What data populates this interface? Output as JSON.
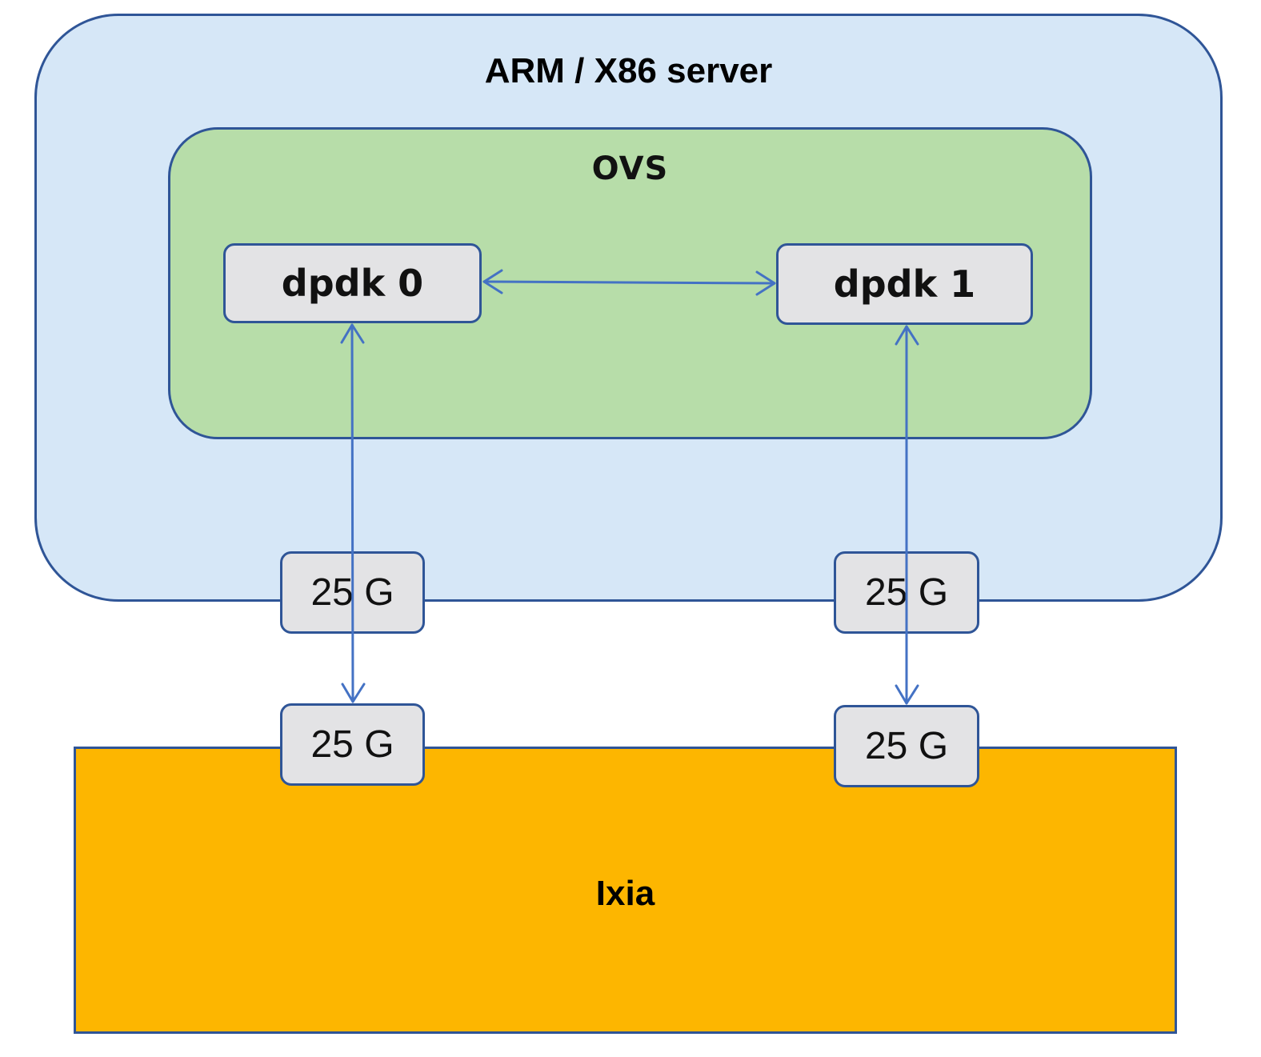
{
  "server": {
    "label": "ARM / X86 server"
  },
  "ovs": {
    "label": "OVS"
  },
  "dpdk_ports": [
    {
      "label": "dpdk 0"
    },
    {
      "label": "dpdk 1"
    }
  ],
  "server_nics": [
    {
      "label": "25 G"
    },
    {
      "label": "25 G"
    }
  ],
  "ixia": {
    "label": "Ixia",
    "ports": [
      {
        "label": "25 G"
      },
      {
        "label": "25 G"
      }
    ]
  },
  "colors": {
    "server_fill": "#d6e7f7",
    "ovs_fill": "#b7dda9",
    "ixia_fill": "#fdb600",
    "port_fill": "#e3e3e5",
    "border": "#2f5597",
    "arrow": "#4472c4"
  }
}
